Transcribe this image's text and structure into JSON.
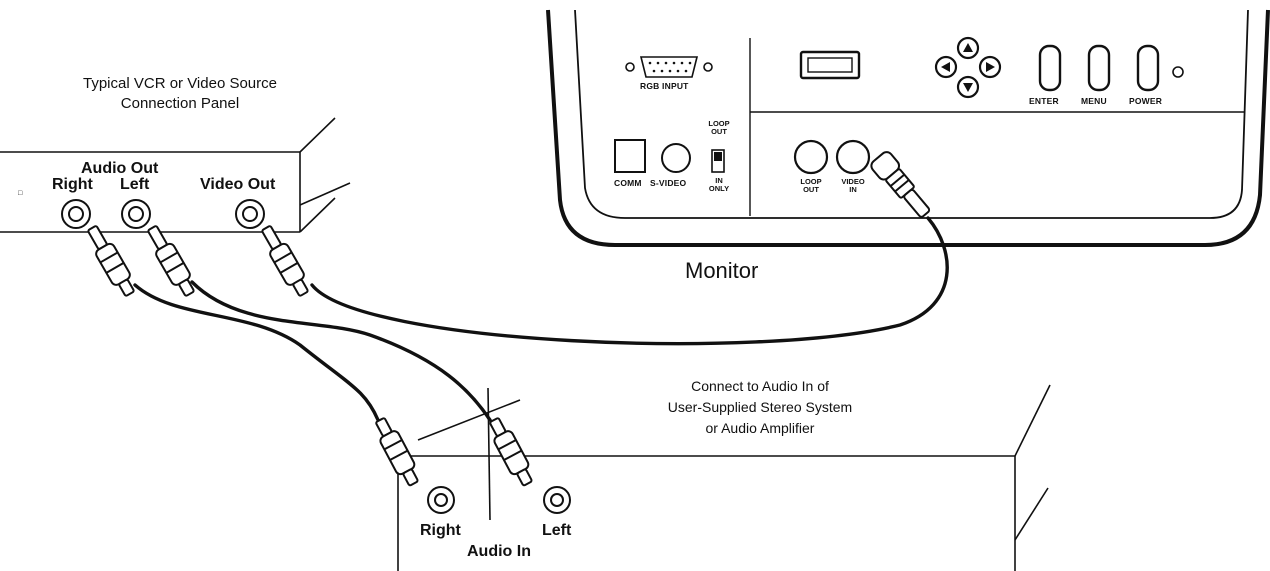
{
  "vcr_panel": {
    "title_line1": "Typical VCR or Video Source",
    "title_line2": "Connection Panel",
    "audio_out_label": "Audio Out",
    "right_label": "Right",
    "left_label": "Left",
    "video_out_label": "Video Out"
  },
  "monitor": {
    "name": "Monitor",
    "rgb_input_label": "RGB INPUT",
    "enter_label": "ENTER",
    "menu_label": "MENU",
    "power_label": "POWER",
    "comm_label": "COMM",
    "s_video_label": "S-VIDEO",
    "loop_out_switch_label_line1": "LOOP",
    "loop_out_switch_label_line2": "OUT",
    "in_only_label_line1": "IN",
    "in_only_label_line2": "ONLY",
    "loop_out_jack_label_line1": "LOOP",
    "loop_out_jack_label_line2": "OUT",
    "video_in_jack_label_line1": "VIDEO",
    "video_in_jack_label_line2": "IN"
  },
  "stereo": {
    "note_line1": "Connect to Audio In of",
    "note_line2": "User-Supplied Stereo System",
    "note_line3": "or Audio Amplifier",
    "right_label": "Right",
    "left_label": "Left",
    "audio_in_label": "Audio In"
  },
  "colors": {
    "ink": "#111111",
    "paper": "#ffffff"
  }
}
